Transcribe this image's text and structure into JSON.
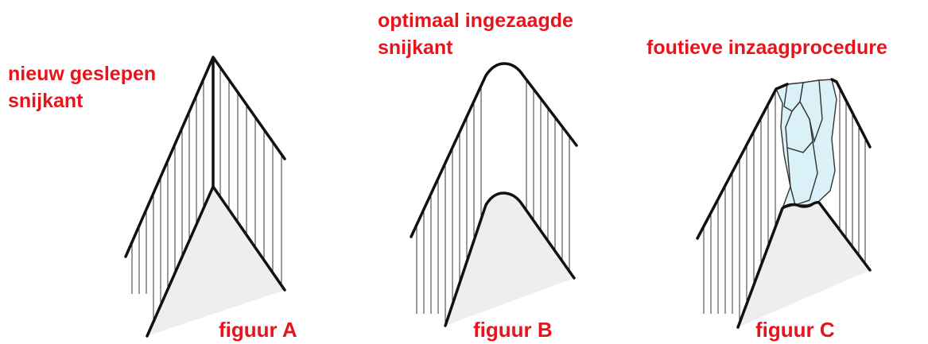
{
  "figures": [
    {
      "id": "A",
      "label_lines": [
        "nieuw geslepen",
        "snijkant"
      ],
      "caption": "figuur A"
    },
    {
      "id": "B",
      "label_lines": [
        "optimaal ingezaagde",
        "snijkant"
      ],
      "caption": "figuur B"
    },
    {
      "id": "C",
      "label_lines": [
        "foutieve inzaagprocedure"
      ],
      "caption": "figuur C"
    }
  ],
  "colors": {
    "label": "#e8141b",
    "line": "#111111",
    "face": "#eeeeee",
    "chip_fill": "#d9f1f7"
  }
}
